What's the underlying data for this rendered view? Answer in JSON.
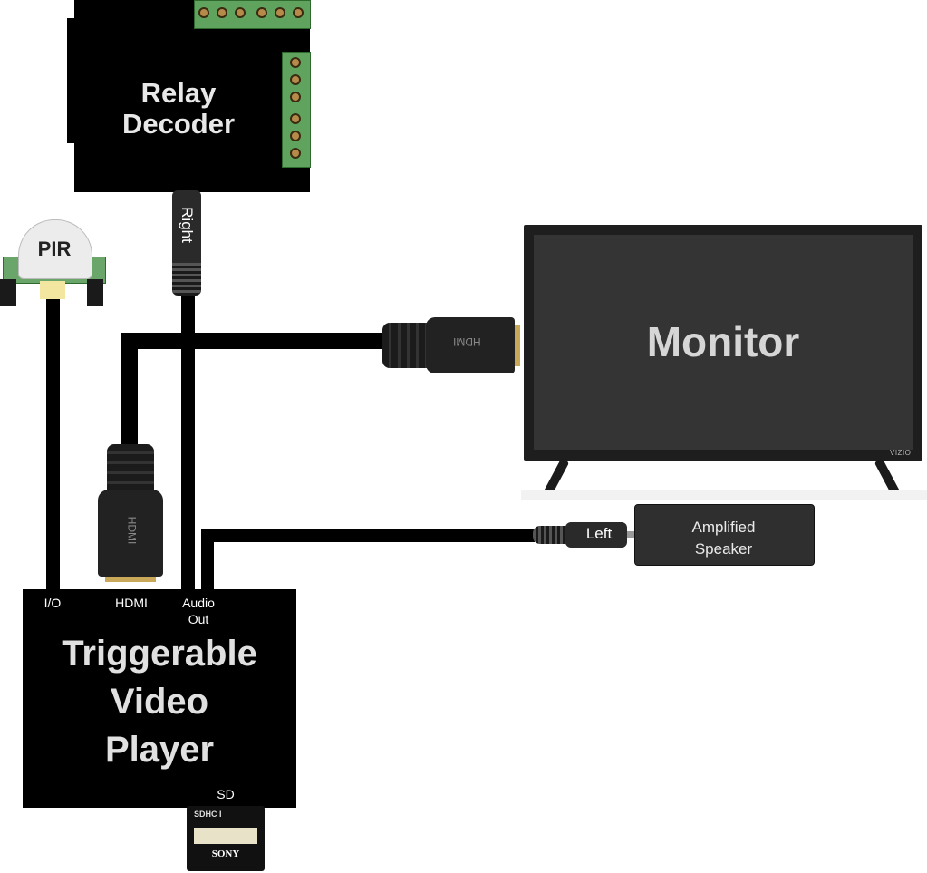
{
  "relay_decoder": {
    "title_line1": "Relay",
    "title_line2": "Decoder"
  },
  "pir": {
    "label": "PIR"
  },
  "monitor": {
    "label": "Monitor",
    "brand": "VIZIO"
  },
  "player": {
    "title_line1": "Triggerable",
    "title_line2": "Video",
    "title_line3": "Player",
    "port_io": "I/O",
    "port_hdmi": "HDMI",
    "port_audio_line1": "Audio",
    "port_audio_line2": "Out",
    "port_sd": "SD"
  },
  "speaker": {
    "line1": "Amplified",
    "line2": "Speaker"
  },
  "cables": {
    "right_label": "Right",
    "left_label": "Left",
    "hdmi_plug_text": "HDMI"
  },
  "sd_card": {
    "brand": "SONY",
    "logo": "SDHC I"
  },
  "colors": {
    "box": "#000000",
    "terminal": "#5fa35f",
    "screen": "#343434",
    "cable": "#000000"
  }
}
